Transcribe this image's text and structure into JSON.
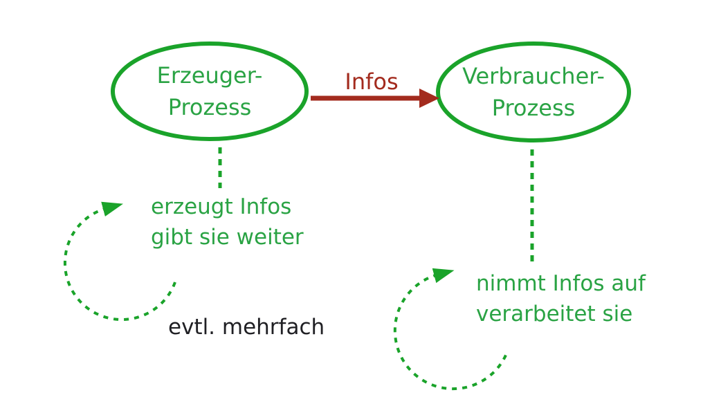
{
  "diagram": {
    "producer": {
      "line1": "Erzeuger-",
      "line2": "Prozess"
    },
    "consumer": {
      "line1": "Verbraucher-",
      "line2": "Prozess"
    },
    "arrow_label": "Infos",
    "producer_note": {
      "line1": "erzeugt Infos",
      "line2": "gibt sie weiter"
    },
    "consumer_note": {
      "line1": "nimmt Infos auf",
      "line2": "verarbeitet sie"
    },
    "repeat_note": "evtl. mehrfach",
    "colors": {
      "green": "#1aa32a",
      "green_text": "#2aa344",
      "red": "#a32b1e",
      "black": "#202024"
    }
  }
}
